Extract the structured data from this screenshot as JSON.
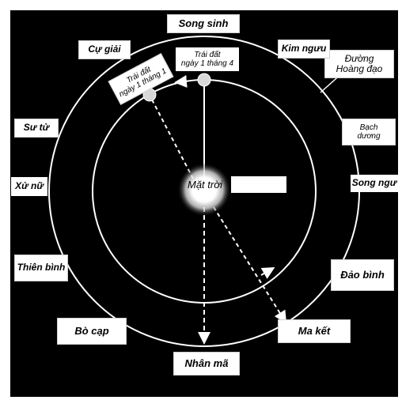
{
  "sun": {
    "label": "Mặt trời"
  },
  "ecliptic_label": "Đường\nHoàng đạo",
  "earth_positions": {
    "jan1": "Trái đất\nngày 1 tháng 1",
    "apr1": "Trái đất\nngày 1 tháng 4"
  },
  "constellations": {
    "gemini": "Song sinh",
    "cancer": "Cự giải",
    "taurus": "Kim ngưu",
    "leo": "Sư tử",
    "aries": "Bạch\ndương",
    "virgo": "Xử nữ",
    "pisces": "Song ngư",
    "libra": "Thiên bình",
    "aquarius": "Đảo bình",
    "scorpio": "Bò cạp",
    "capricorn": "Ma kết",
    "sagittarius": "Nhân mã"
  }
}
